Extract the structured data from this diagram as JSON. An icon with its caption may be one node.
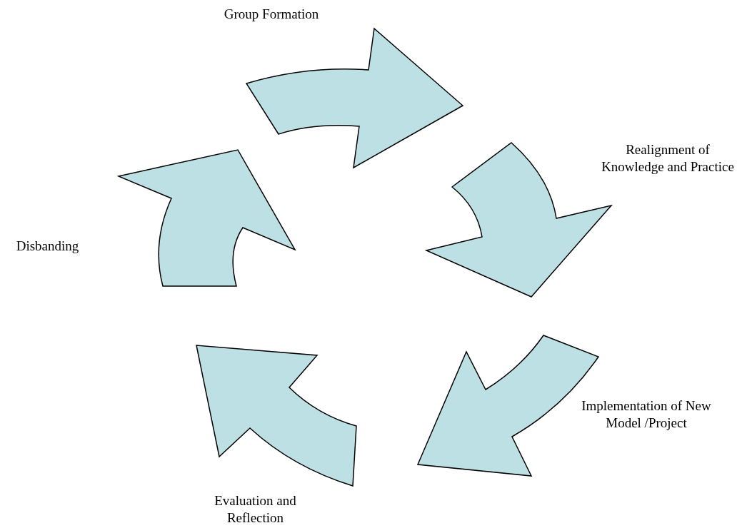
{
  "diagram": {
    "nodes": [
      {
        "text": [
          "Group Formation"
        ]
      },
      {
        "text": [
          "Realignment of Knowledge and Practice"
        ]
      },
      {
        "text": [
          "Implementation of New Model /Project"
        ]
      },
      {
        "text": [
          "Evaluation and Reflection"
        ]
      },
      {
        "text": [
          "Disbanding"
        ]
      }
    ]
  }
}
